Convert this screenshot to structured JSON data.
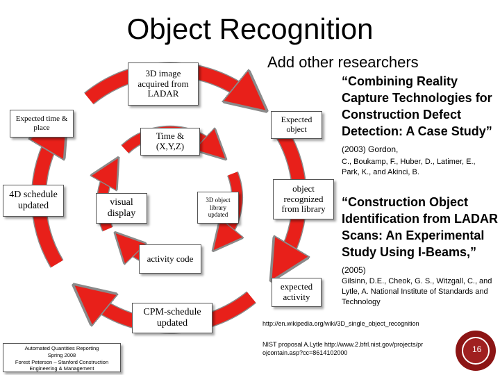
{
  "title": "Object Recognition",
  "subhead": "Add other researchers",
  "cycle_boxes": {
    "image": "3D image acquired from LADAR",
    "expected_time": "Expected time & place",
    "time_xyz": "Time & (X,Y,Z)",
    "expected_object": "Expected object",
    "schedule": "4D schedule updated",
    "visual": "visual display",
    "library": "3D object library updated",
    "recognized": "object recognized from library",
    "activity_code": "activity code",
    "expected_activity": "expected activity",
    "cpm": "CPM-schedule updated"
  },
  "references": [
    {
      "title": "“Combining Reality Capture Technologies for Construction Defect Detection: A Case Study”",
      "year": "(2003) Gordon,",
      "authors": "C., Boukamp, F., Huber, D., Latimer, E., Park, K., and Akinci, B."
    },
    {
      "title": "“Construction Object Identification from LADAR Scans: An Experimental Study Using I-Beams,”",
      "year": "(2005)",
      "authors": "Gilsinn, D.E., Cheok, G. S., Witzgall, C., and Lytle, A. National Institute of Standards and Technology"
    }
  ],
  "links": {
    "wiki": "http://en.wikipedia.org/wiki/3D_single_object_recognition",
    "nist": "NIST proposal A.Lytle http://www.2.bfrl.nist.gov/projects/projcontain.asp?cc=8614102000"
  },
  "footer": {
    "line1": "Automated Quantities Reporting",
    "line2": "Spring 2008",
    "line3": "Forest Peterson – Stanford Construction",
    "line4": "Engineering & Management"
  },
  "slide_number": "16",
  "colors": {
    "arrow": "#e8201a",
    "arrow_edge": "#8a8a8a",
    "seal": "#8c1515"
  }
}
